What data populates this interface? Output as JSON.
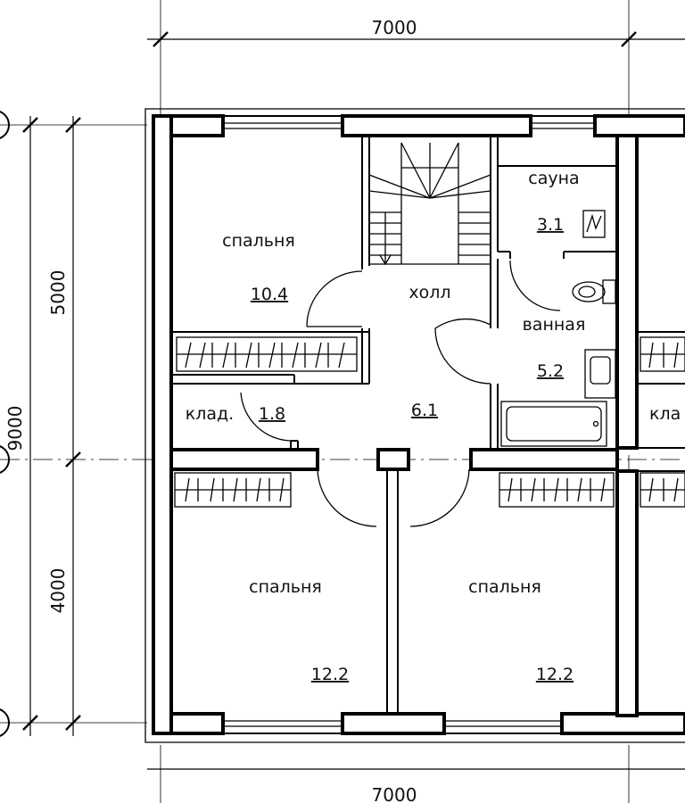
{
  "dimensions": {
    "top_width": "7000",
    "bottom_width": "7000",
    "left_total": "9000",
    "left_upper": "5000",
    "left_lower": "4000"
  },
  "rooms": [
    {
      "key": "bedroom_nw",
      "name": "спальня",
      "area": "10.4"
    },
    {
      "key": "sauna",
      "name": "сауна",
      "area": "3.1"
    },
    {
      "key": "hall",
      "name": "холл",
      "area": "6.1"
    },
    {
      "key": "bathroom",
      "name": "ванная",
      "area": "5.2"
    },
    {
      "key": "storage",
      "name": "клад.",
      "area": "1.8"
    },
    {
      "key": "bedroom_sw",
      "name": "спальня",
      "area": "12.2"
    },
    {
      "key": "bedroom_se",
      "name": "спальня",
      "area": "12.2"
    }
  ],
  "neighbor_room_label": "кла"
}
